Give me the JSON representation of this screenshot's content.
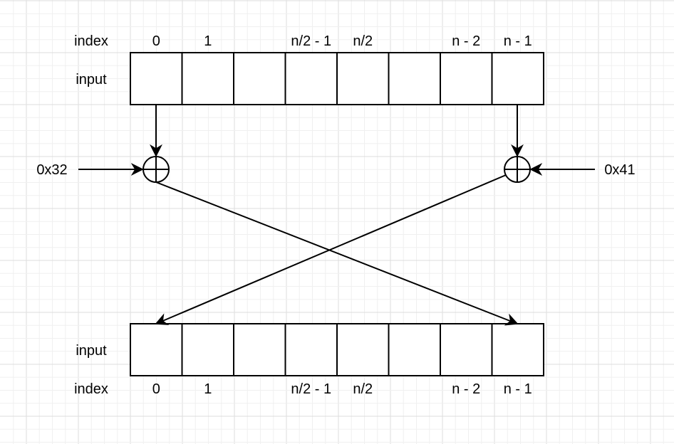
{
  "colors": {
    "stroke": "#000000",
    "grid_major": "#dddddd",
    "grid_minor": "#f0f0f0",
    "background": "#ffffff"
  },
  "top": {
    "index_label": "index",
    "row_label": "input",
    "indices": [
      "0",
      "1",
      "",
      "n/2 - 1",
      "n/2",
      "",
      "n - 2",
      "n - 1"
    ]
  },
  "bottom": {
    "index_label": "index",
    "row_label": "input",
    "indices": [
      "0",
      "1",
      "",
      "n/2 - 1",
      "n/2",
      "",
      "n - 2",
      "n - 1"
    ]
  },
  "xor_left": {
    "constant": "0x32",
    "operator_icon": "xor-circle"
  },
  "xor_right": {
    "constant": "0x41",
    "operator_icon": "xor-circle"
  }
}
